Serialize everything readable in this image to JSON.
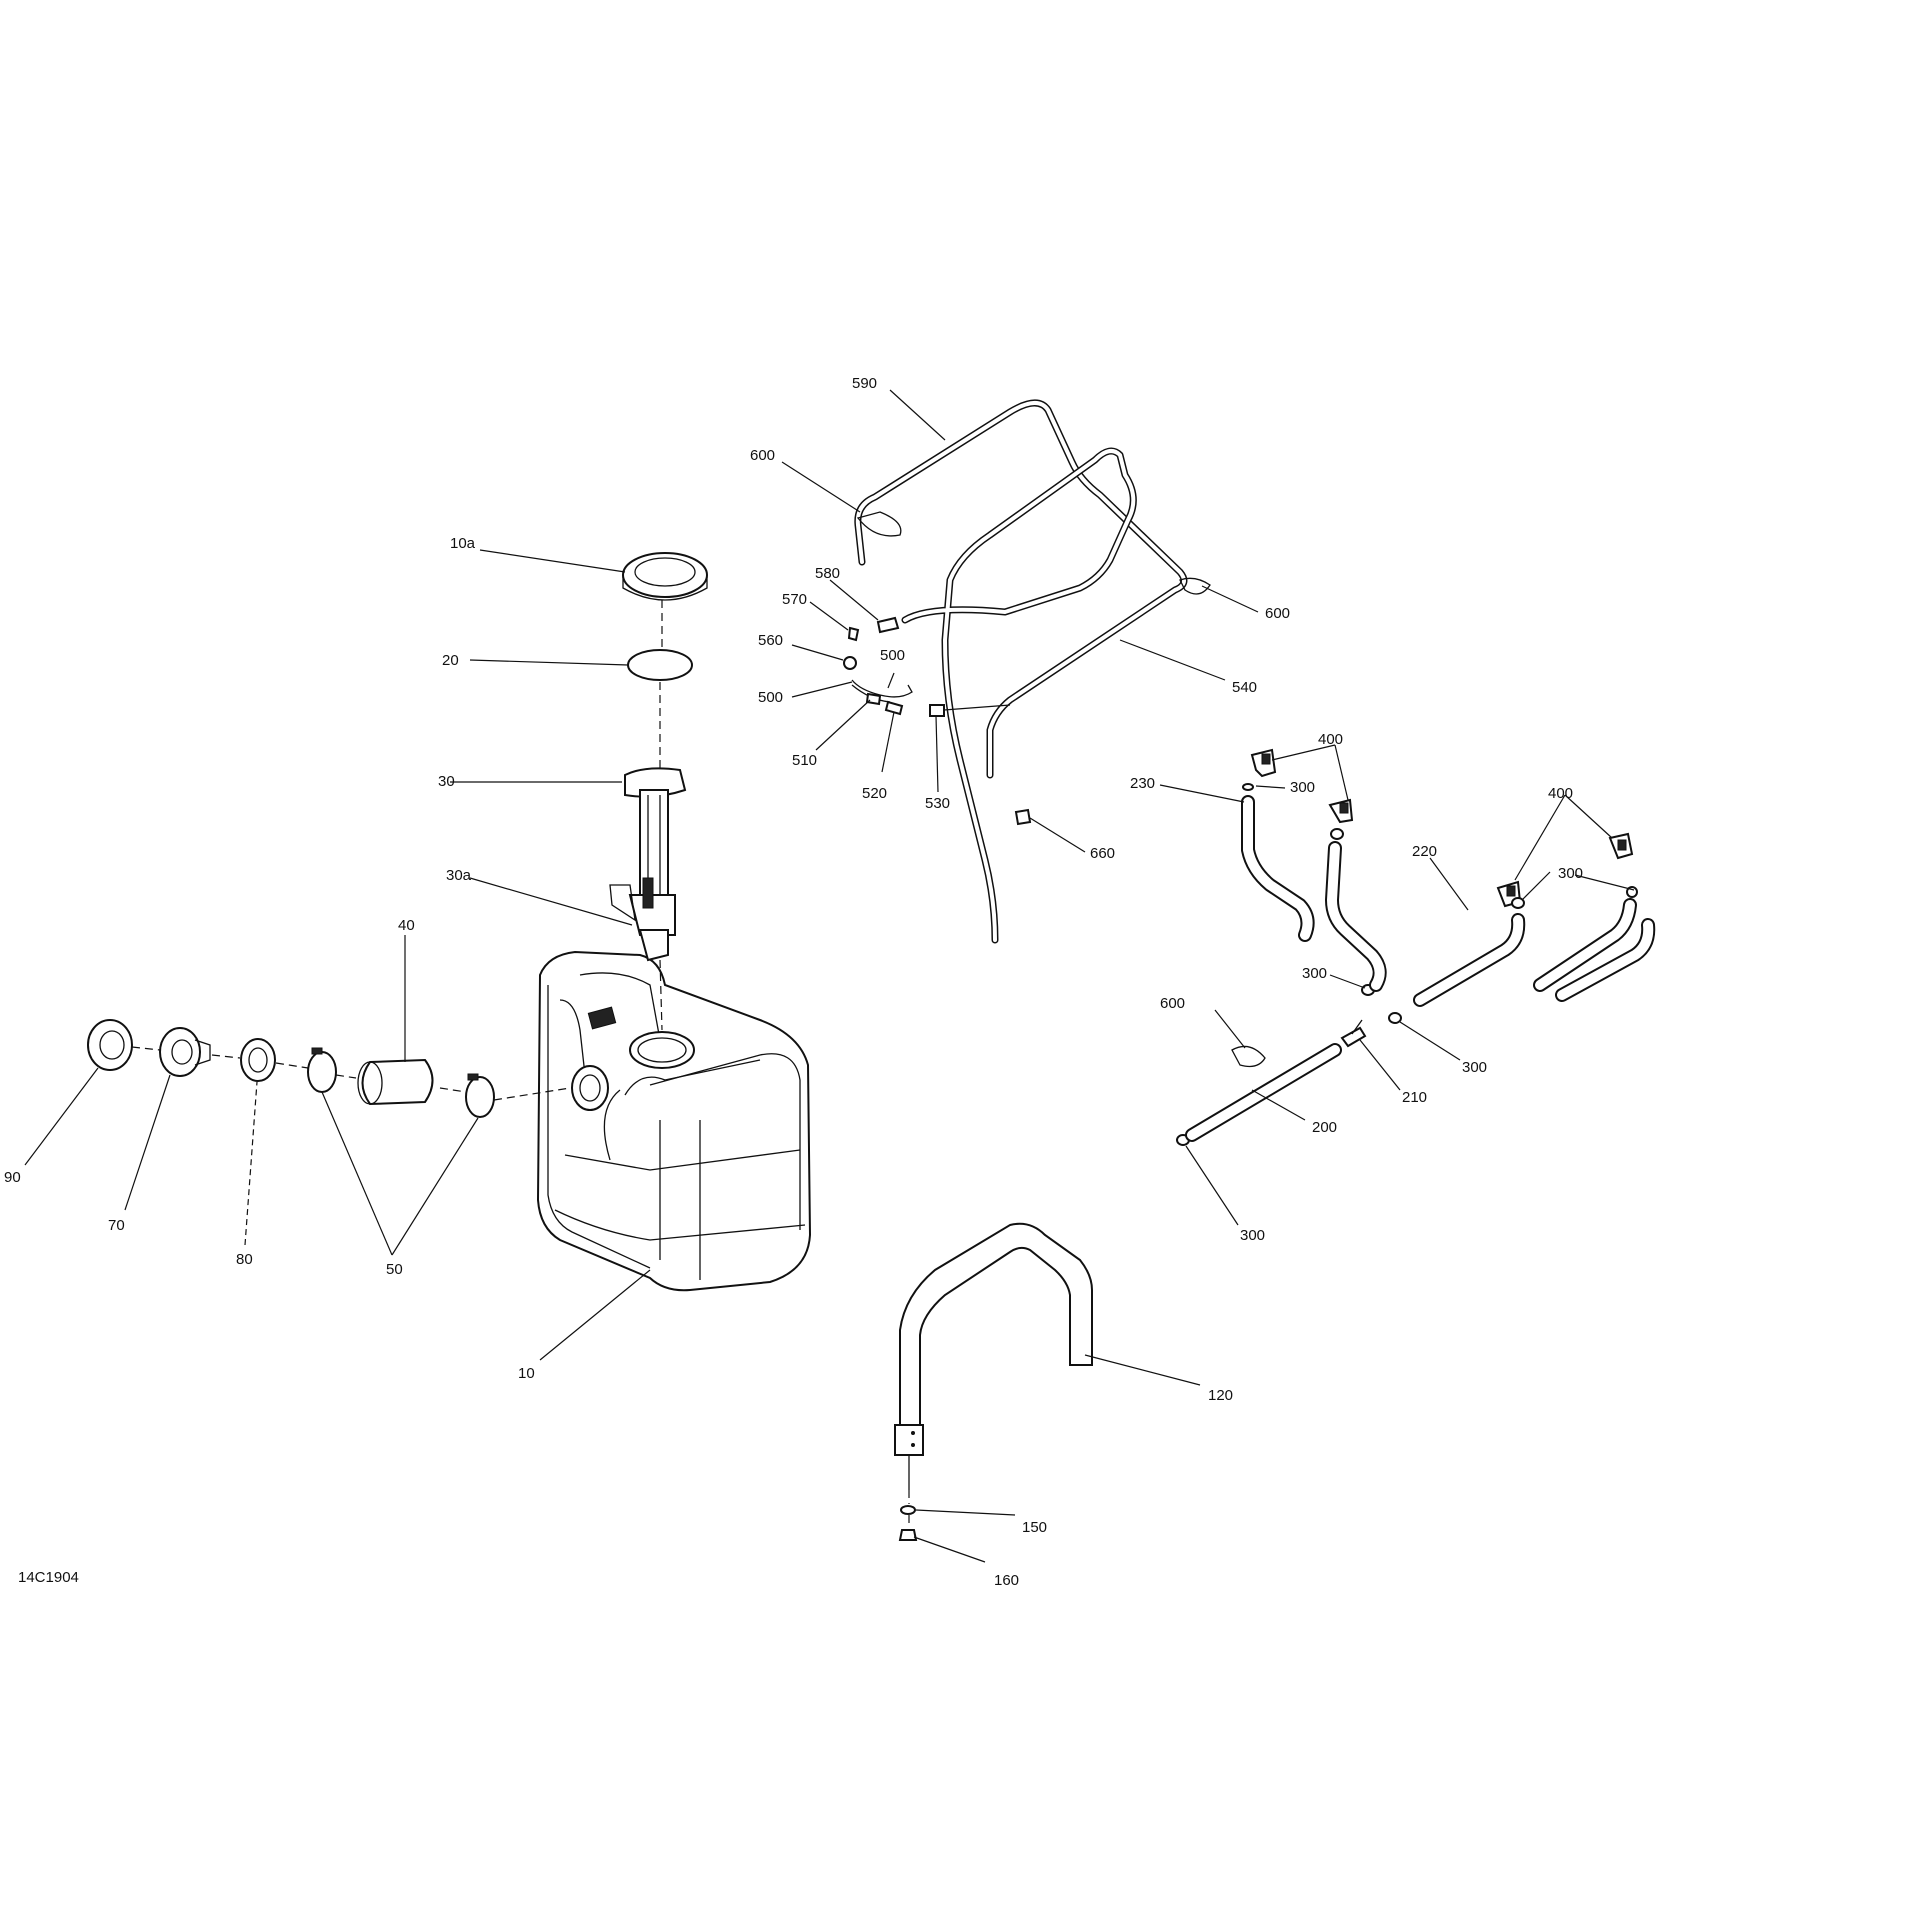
{
  "diagram_code": "14C1904",
  "callouts": [
    {
      "id": "c-590",
      "label": "590"
    },
    {
      "id": "c-600a",
      "label": "600"
    },
    {
      "id": "c-10a",
      "label": "10a"
    },
    {
      "id": "c-580",
      "label": "580"
    },
    {
      "id": "c-570",
      "label": "570"
    },
    {
      "id": "c-600b",
      "label": "600"
    },
    {
      "id": "c-560",
      "label": "560"
    },
    {
      "id": "c-500a",
      "label": "500"
    },
    {
      "id": "c-20",
      "label": "20"
    },
    {
      "id": "c-500b",
      "label": "500"
    },
    {
      "id": "c-540",
      "label": "540"
    },
    {
      "id": "c-510",
      "label": "510"
    },
    {
      "id": "c-520",
      "label": "520"
    },
    {
      "id": "c-530",
      "label": "530"
    },
    {
      "id": "c-400a",
      "label": "400"
    },
    {
      "id": "c-30",
      "label": "30"
    },
    {
      "id": "c-230",
      "label": "230"
    },
    {
      "id": "c-300a",
      "label": "300"
    },
    {
      "id": "c-400b",
      "label": "400"
    },
    {
      "id": "c-660",
      "label": "660"
    },
    {
      "id": "c-30a",
      "label": "30a"
    },
    {
      "id": "c-300b",
      "label": "300"
    },
    {
      "id": "c-220",
      "label": "220"
    },
    {
      "id": "c-40",
      "label": "40"
    },
    {
      "id": "c-300c",
      "label": "300"
    },
    {
      "id": "c-600c",
      "label": "600"
    },
    {
      "id": "c-300d",
      "label": "300"
    },
    {
      "id": "c-210",
      "label": "210"
    },
    {
      "id": "c-90",
      "label": "90"
    },
    {
      "id": "c-200",
      "label": "200"
    },
    {
      "id": "c-70",
      "label": "70"
    },
    {
      "id": "c-300e",
      "label": "300"
    },
    {
      "id": "c-80",
      "label": "80"
    },
    {
      "id": "c-50",
      "label": "50"
    },
    {
      "id": "c-10",
      "label": "10"
    },
    {
      "id": "c-120",
      "label": "120"
    },
    {
      "id": "c-150",
      "label": "150"
    },
    {
      "id": "c-160",
      "label": "160"
    }
  ]
}
